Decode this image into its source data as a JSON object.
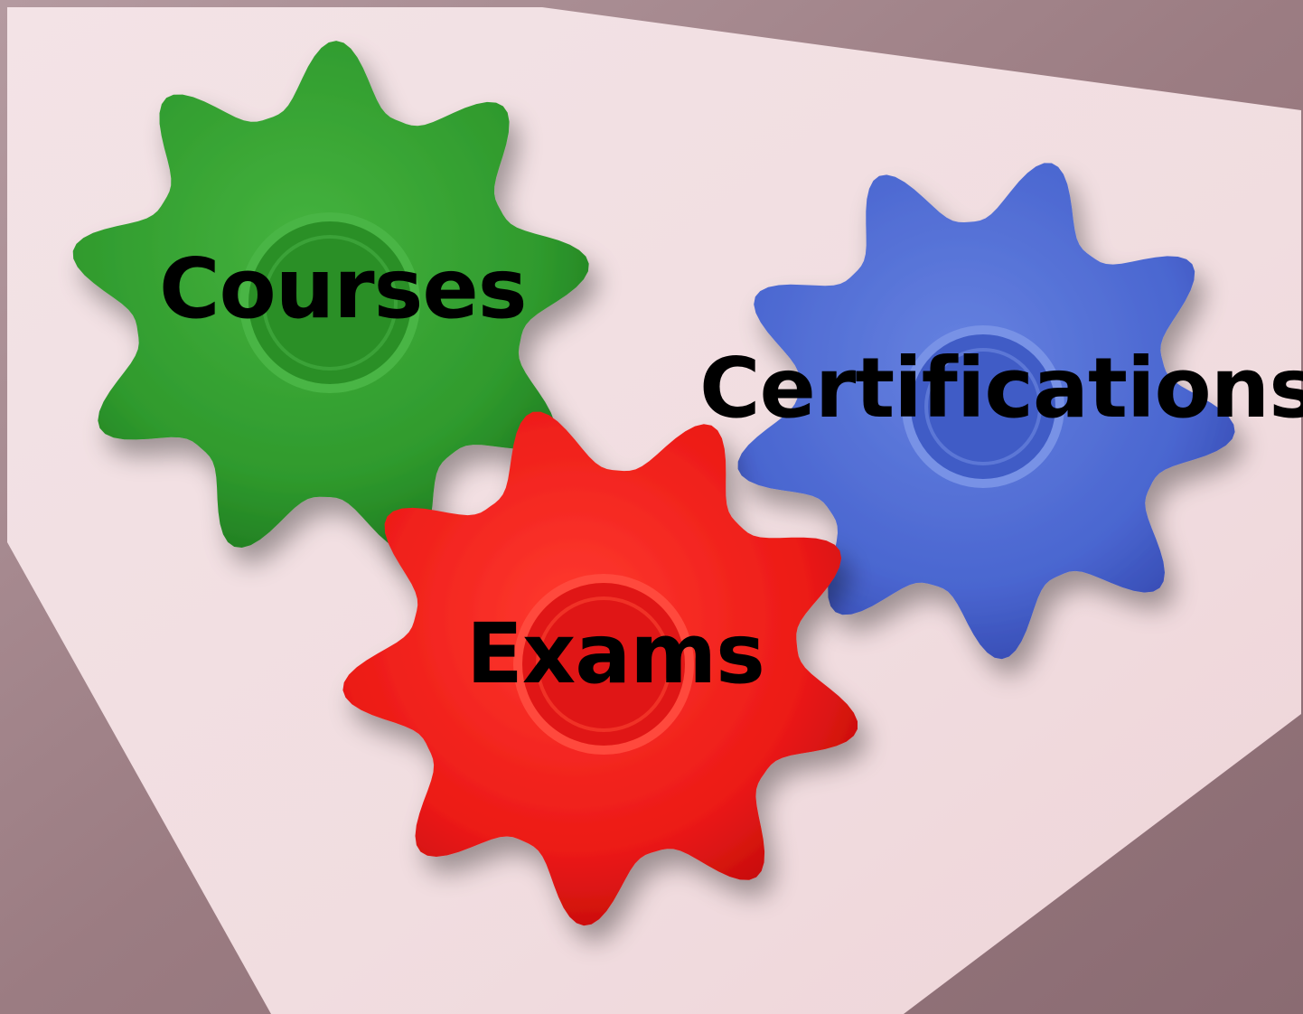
{
  "colors": {
    "background_mauve": "#9a7a80",
    "paper": "#f4e2e4",
    "gear_green": "#2e9a2c",
    "gear_red": "#ee1c18",
    "gear_blue": "#4a68d2",
    "label_text": "#000000"
  },
  "gears": [
    {
      "id": "green",
      "label": "Courses"
    },
    {
      "id": "blue",
      "label": "Certifications"
    },
    {
      "id": "red",
      "label": "Exams"
    }
  ]
}
